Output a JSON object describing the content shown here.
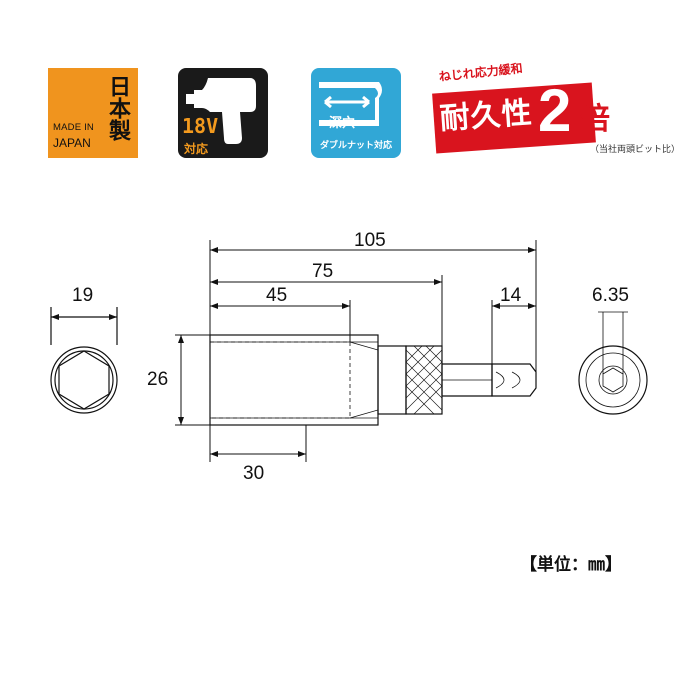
{
  "badges": {
    "japan": {
      "vertical": "日本製",
      "made_in": "MADE IN",
      "country": "JAPAN"
    },
    "voltage": {
      "voltage": "18V",
      "label": "対応"
    },
    "deep": {
      "label": "深穴",
      "sub": "ダブルナット対応"
    },
    "durability": {
      "lead": "ねじれ応力緩和",
      "main": "耐久性",
      "factor": "2",
      "suffix": "倍",
      "note": "（当社両頭ビット比）"
    }
  },
  "dimensions": {
    "total_length": "105",
    "socket_length": "75",
    "hex_depth": "45",
    "bit_length": "14",
    "across_flats": "19",
    "outer_diameter": "26",
    "sleeve_length": "30",
    "shank_size": "6.35"
  },
  "unit_label": "【単位：㎜】",
  "colors": {
    "orange": "#f0941e",
    "dark": "#1a1a1a",
    "blue": "#31a7d6",
    "red": "#d9141e"
  }
}
